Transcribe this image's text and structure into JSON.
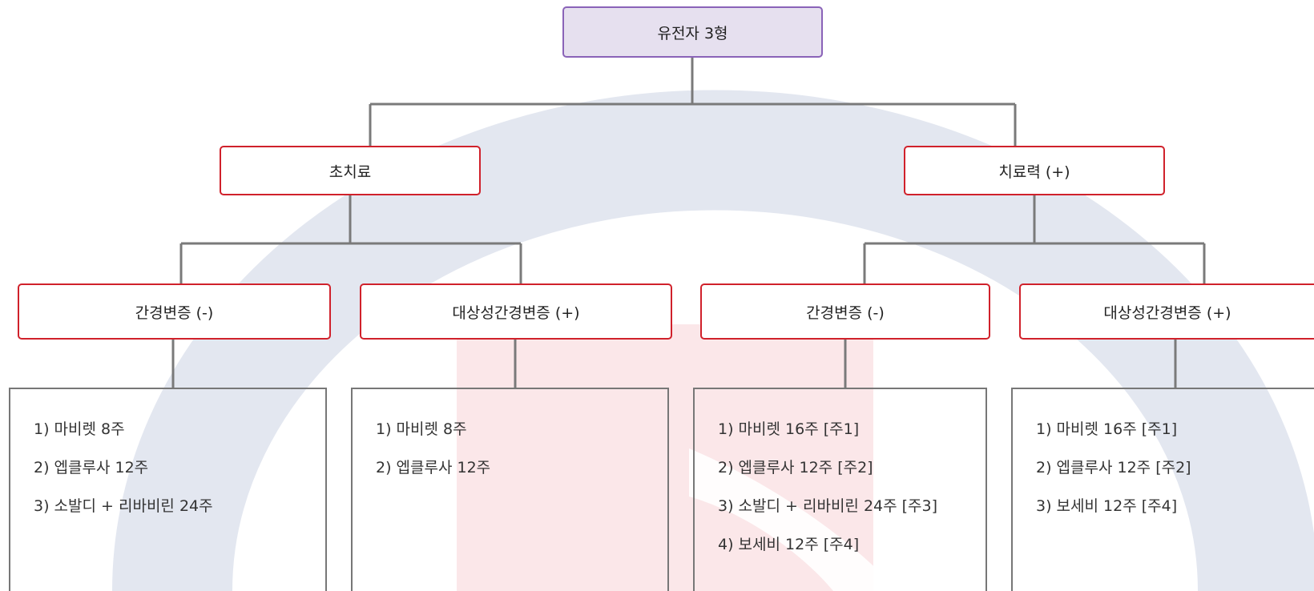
{
  "root": {
    "label": "유전자 3형"
  },
  "level1": [
    {
      "label": "초치료"
    },
    {
      "label": "치료력 (+)"
    }
  ],
  "level2": [
    {
      "label": "간경변증 (-)"
    },
    {
      "label": "대상성간경변증 (+)"
    },
    {
      "label": "간경변증 (-)"
    },
    {
      "label": "대상성간경변증 (+)"
    }
  ],
  "regimens": [
    {
      "items": [
        "1) 마비렛 8주",
        "2) 엡클루사 12주",
        "3) 소발디 + 리바비린 24주"
      ]
    },
    {
      "items": [
        "1) 마비렛 8주",
        "2) 엡클루사 12주"
      ]
    },
    {
      "items": [
        "1) 마비렛 16주 [주1]",
        "2) 엡클루사 12주 [주2]",
        "3) 소발디 + 리바비린 24주 [주3]",
        "4) 보세비 12주 [주4]"
      ]
    },
    {
      "items": [
        "1) 마비렛 16주 [주1]",
        "2) 엡클루사 12주 [주2]",
        "3) 보세비 12주 [주4]"
      ]
    }
  ],
  "colors": {
    "root_border": "#8a63b8",
    "root_fill": "#e6e0ef",
    "category_border": "#d0212b",
    "connector": "#7a7a7a",
    "watermark_blue": "#e3e7f0",
    "watermark_red": "#fbe7e9"
  }
}
